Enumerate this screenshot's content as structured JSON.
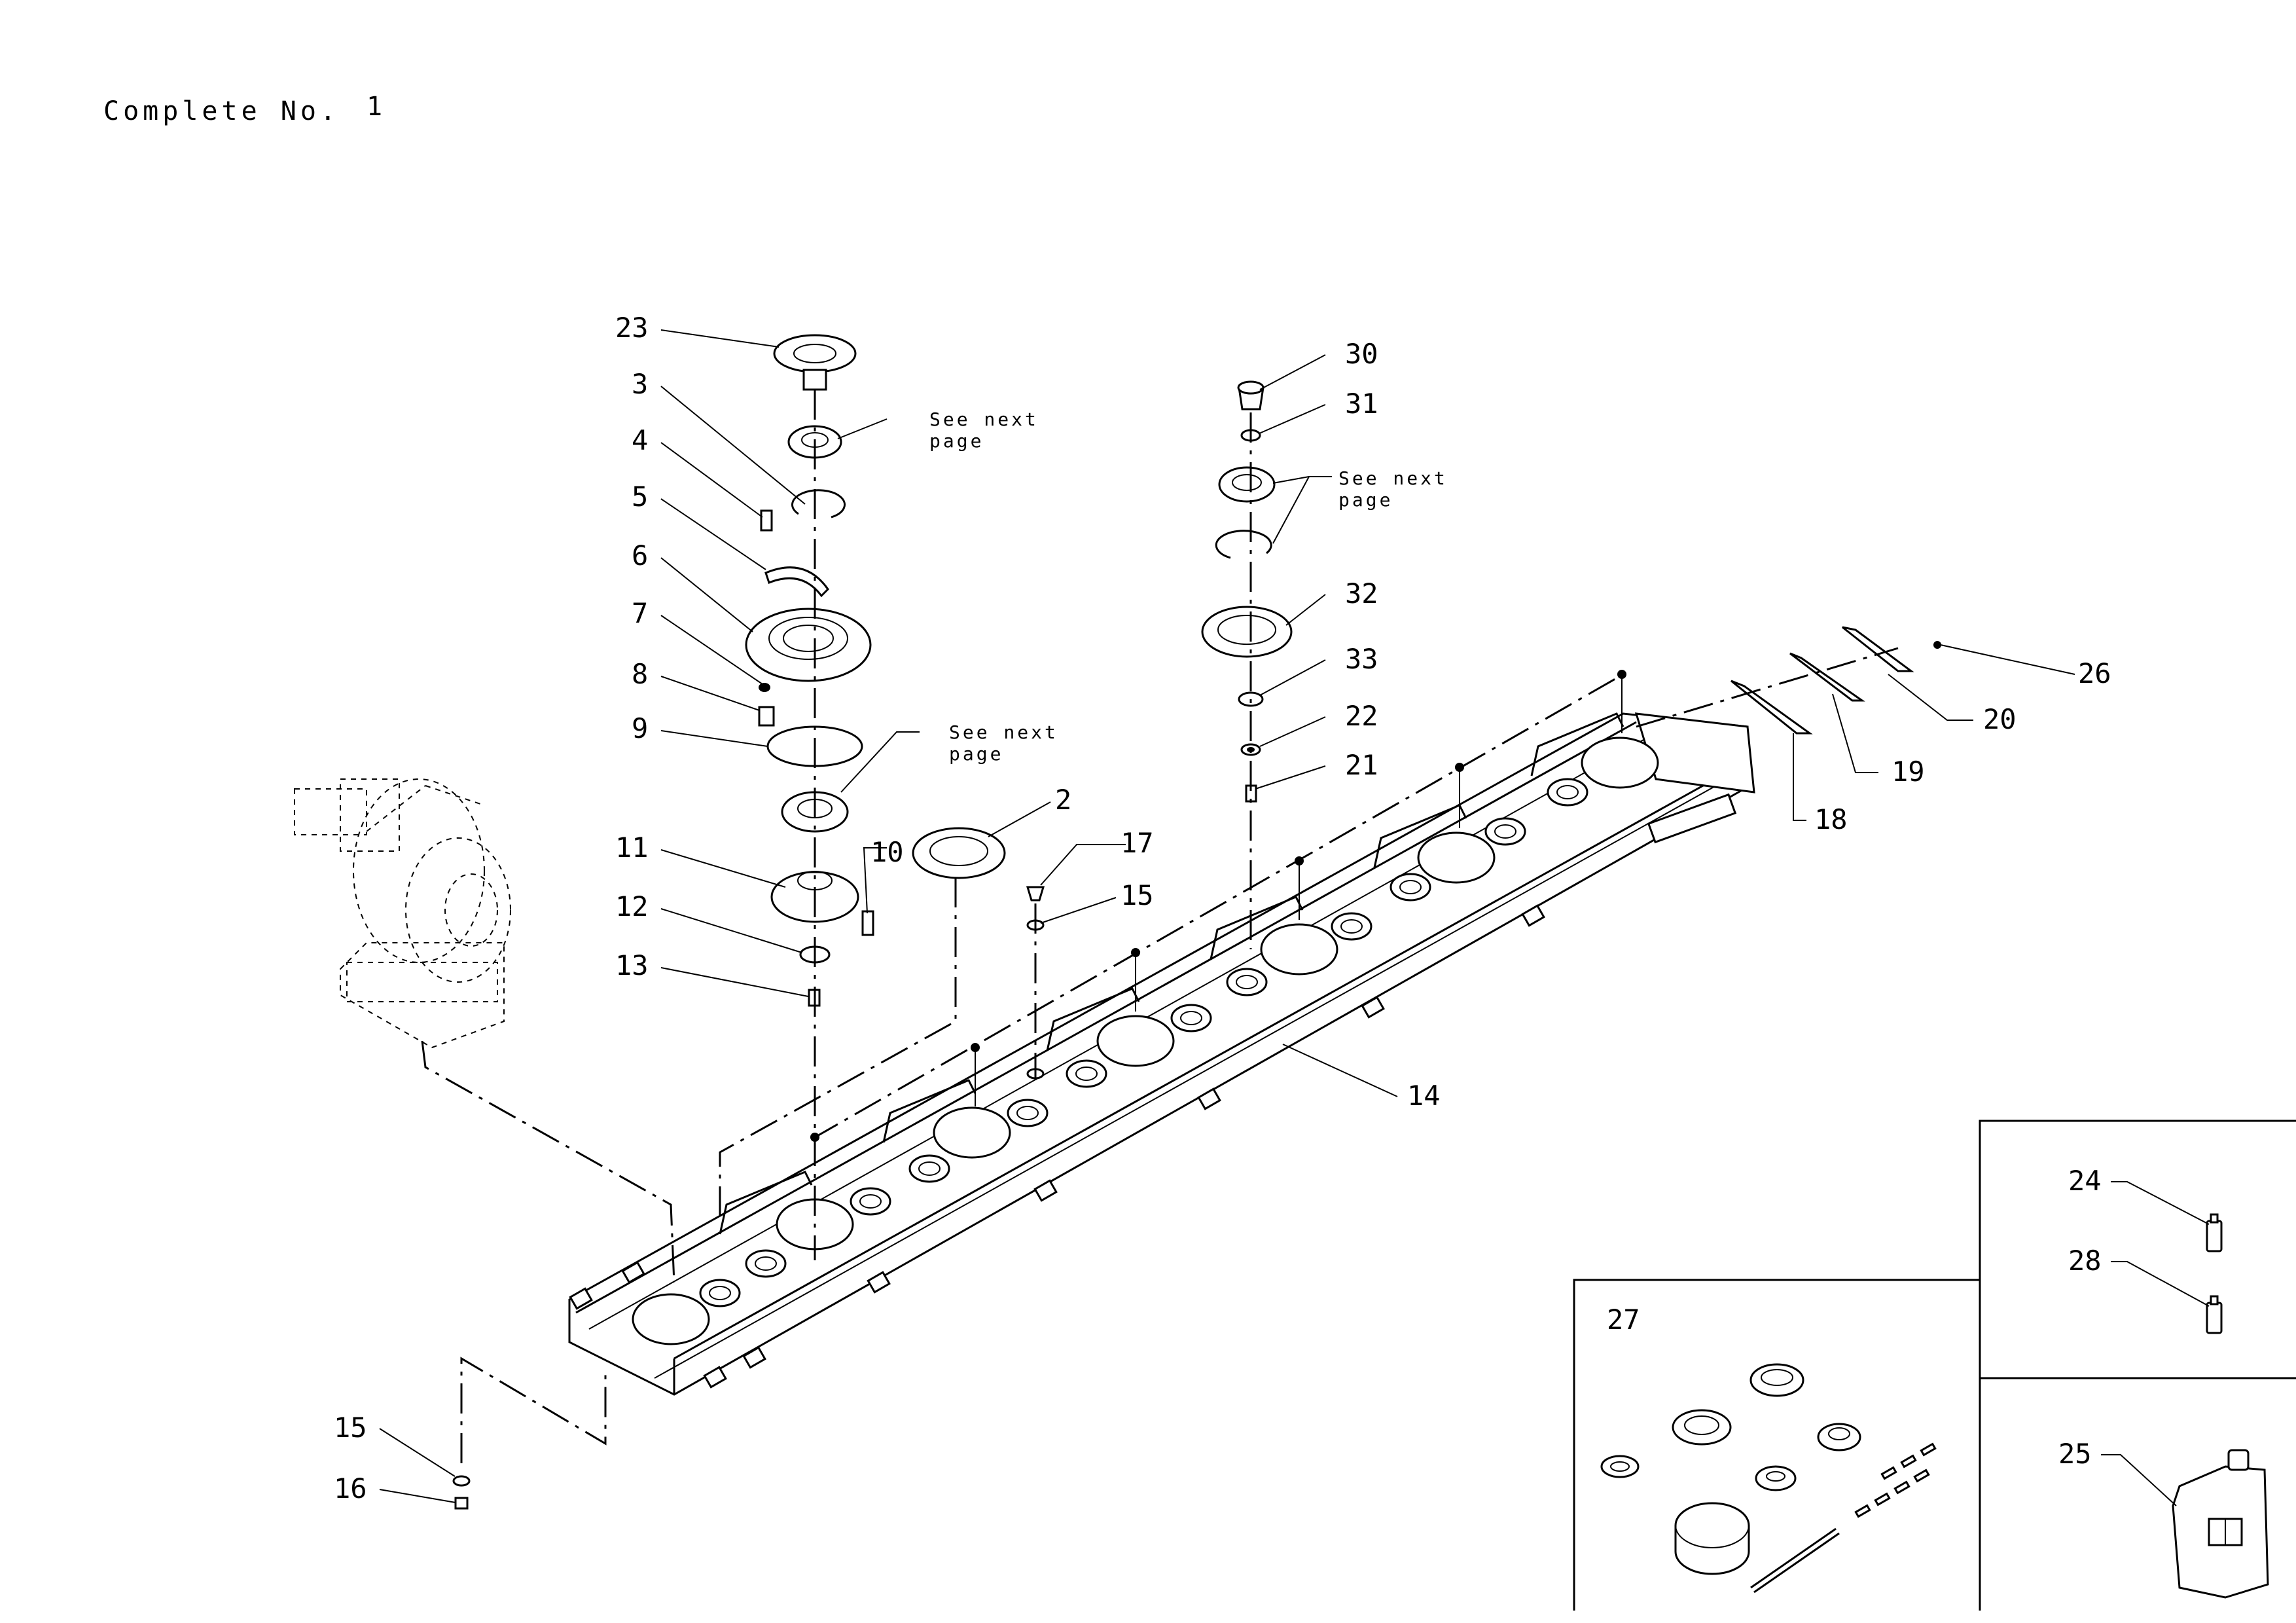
{
  "header": {
    "text": "Complete No.",
    "number": "1"
  },
  "notes": {
    "see_next_page_line1": "See next",
    "see_next_page_line2": "page"
  },
  "callouts": [
    "23",
    "3",
    "4",
    "5",
    "6",
    "7",
    "8",
    "9",
    "11",
    "12",
    "13",
    "10",
    "2",
    "17",
    "15",
    "14",
    "30",
    "31",
    "32",
    "33",
    "22",
    "21",
    "26",
    "20",
    "19",
    "18",
    "16",
    "27",
    "24",
    "28",
    "25"
  ]
}
